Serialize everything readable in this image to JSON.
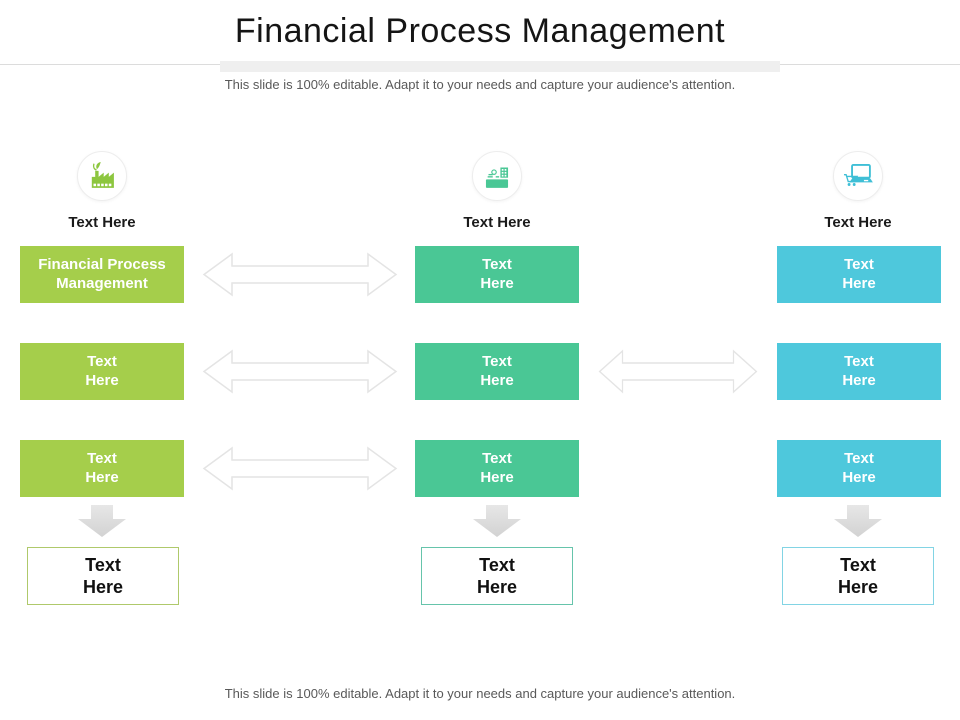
{
  "slide": {
    "title": "Financial Process Management",
    "subtitle": "This slide is 100% editable. Adapt it to your needs and capture your audience's attention.",
    "footer": "This slide is 100% editable. Adapt it to your needs and capture your audience's attention."
  },
  "colors": {
    "green": "#A5CE4B",
    "teal": "#4AC795",
    "blue": "#4EC8DC",
    "green_border": "#AFC96B",
    "teal_border": "#66C4AB",
    "blue_border": "#82D4E4",
    "arrow_outline": "#E4E4E4",
    "down_arrow_light": "#E7E7E7",
    "down_arrow_dark": "#D2D2D2",
    "icon_green": "#8DC63F",
    "icon_teal": "#4AC795",
    "icon_blue": "#3FBFD6"
  },
  "columns": [
    {
      "icon": "eco-factory-icon",
      "icon_label": "Text Here",
      "boxes": [
        "Financial Process\nManagement",
        "Text\nHere",
        "Text\nHere"
      ],
      "bottom_box": "Text\nHere"
    },
    {
      "icon": "finance-production-icon",
      "icon_label": "Text Here",
      "boxes": [
        "Text\nHere",
        "Text\nHere",
        "Text\nHere"
      ],
      "bottom_box": "Text\nHere"
    },
    {
      "icon": "laptop-cart-icon",
      "icon_label": "Text Here",
      "boxes": [
        "Text\nHere",
        "Text\nHere",
        "Text\nHere"
      ],
      "bottom_box": "Text\nHere"
    }
  ]
}
